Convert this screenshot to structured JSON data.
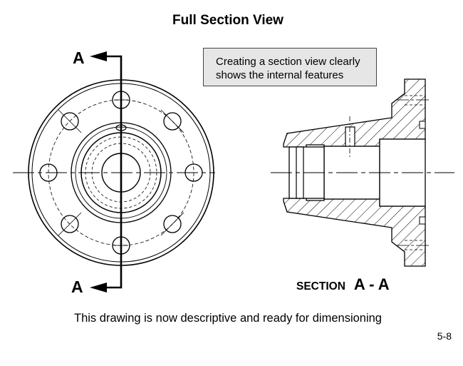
{
  "title": "Full Section View",
  "callout": {
    "line1": "Creating a section view clearly",
    "line2": "shows the internal features"
  },
  "cutting_plane": {
    "top_label": "A",
    "bottom_label": "A"
  },
  "section_label": {
    "word": "SECTION",
    "id": "A - A"
  },
  "caption": "This drawing is now descriptive and ready for dimensioning",
  "page_number": "5-8"
}
